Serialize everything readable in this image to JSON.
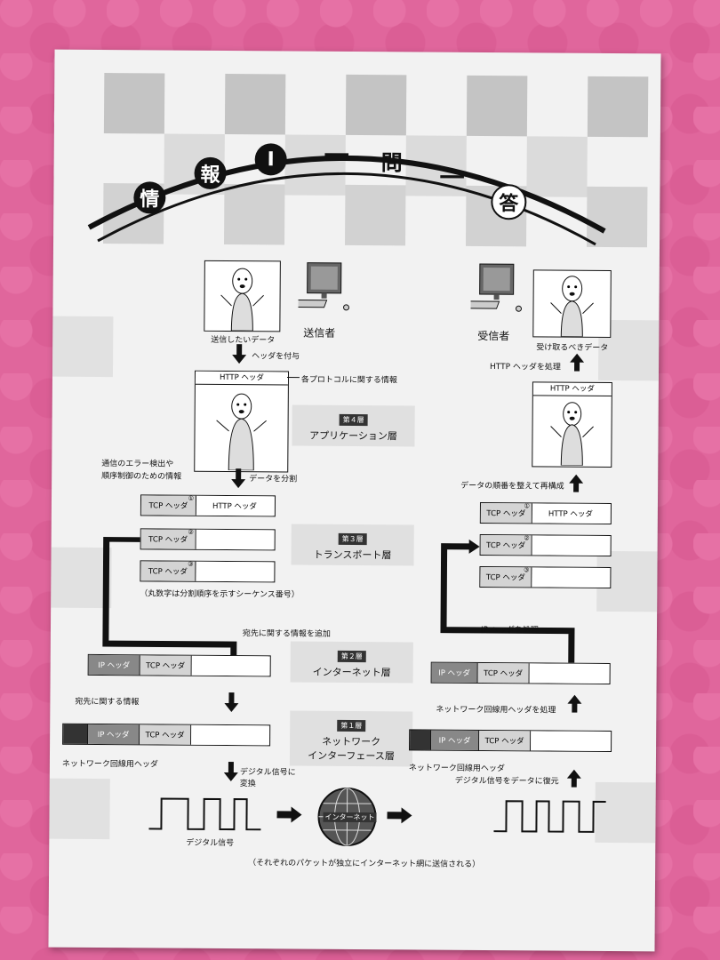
{
  "title": {
    "chars": [
      "情",
      "報",
      "Ⅰ",
      "一",
      "問",
      "一",
      "答"
    ]
  },
  "sender": {
    "label": "送信者",
    "data_label": "送信したいデータ",
    "step_add_header": "ヘッダを付与"
  },
  "receiver": {
    "label": "受信者",
    "data_label": "受け取るべきデータ",
    "step_http": "HTTP ヘッダを処理"
  },
  "protocol_note": "各プロトコルに関する情報",
  "http_header": "HTTP ヘッダ",
  "tcp_header": "TCP ヘッダ",
  "ip_header": "IP ヘッダ",
  "layers": [
    {
      "num": "第４層",
      "name": "アプリケーション層"
    },
    {
      "num": "第３層",
      "name": "トランスポート層"
    },
    {
      "num": "第２層",
      "name": "インターネット層"
    },
    {
      "num": "第１層",
      "name": "ネットワーク\nインターフェース層"
    }
  ],
  "split_step": "データを分割",
  "tcp_note": "通信のエラー検出や\n順序制御のための情報",
  "seq_note": "（丸数字は分割順序を示すシーケンス番号）",
  "circle_nums": [
    "①",
    "②",
    "③"
  ],
  "dest_step": "宛先に関する情報を追加",
  "dest_note": "宛先に関する情報",
  "link_header_label": "ネットワーク回線用ヘッダ",
  "to_signal": "デジタル信号に\n変換",
  "signal_label": "デジタル信号",
  "internet_label": "インターネット",
  "bottom_note": "（それぞれのパケットが独立にインターネット網に送信される）",
  "recv_restore": "デジタル信号をデータに復元",
  "recv_link": "ネットワーク回線用ヘッダを処理",
  "recv_ip": "IP ヘッダを処理",
  "recv_reassemble": "データの順番を整えて再構成"
}
